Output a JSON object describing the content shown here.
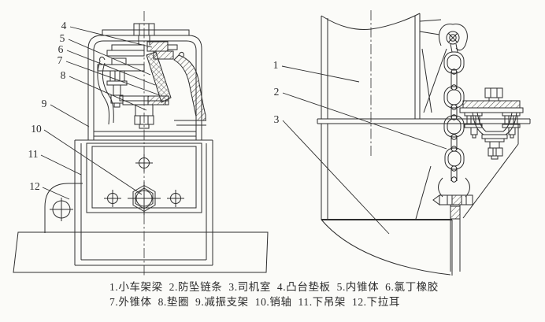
{
  "figure": {
    "type": "technical-drawing",
    "description_visible": false,
    "caption_line1": "1.小车架梁  2.防坠链条  3.司机室  4.凸台垫板  5.内锥体  6.氯丁橡胶",
    "caption_line2": "7.外锥体  8.垫圈  9.减振支架  10.销轴  11.下吊架  12.下拉耳"
  },
  "parts": [
    {
      "num": "1",
      "name": "小车架梁"
    },
    {
      "num": "2",
      "name": "防坠链条"
    },
    {
      "num": "3",
      "name": "司机室"
    },
    {
      "num": "4",
      "name": "凸台垫板"
    },
    {
      "num": "5",
      "name": "内锥体"
    },
    {
      "num": "6",
      "name": "氯丁橡胶"
    },
    {
      "num": "7",
      "name": "外锥体"
    },
    {
      "num": "8",
      "name": "垫圈"
    },
    {
      "num": "9",
      "name": "减振支架"
    },
    {
      "num": "10",
      "name": "销轴"
    },
    {
      "num": "11",
      "name": "下吊架"
    },
    {
      "num": "12",
      "name": "下拉耳"
    }
  ],
  "callouts": {
    "c1": "1",
    "c2": "2",
    "c3": "3",
    "c4": "4",
    "c5": "5",
    "c6": "6",
    "c7": "7",
    "c8": "8",
    "c9": "9",
    "c10": "10",
    "c11": "11",
    "c12": "12"
  },
  "colors": {
    "line": "#2e2e2e",
    "background": "#fbfbf8"
  }
}
